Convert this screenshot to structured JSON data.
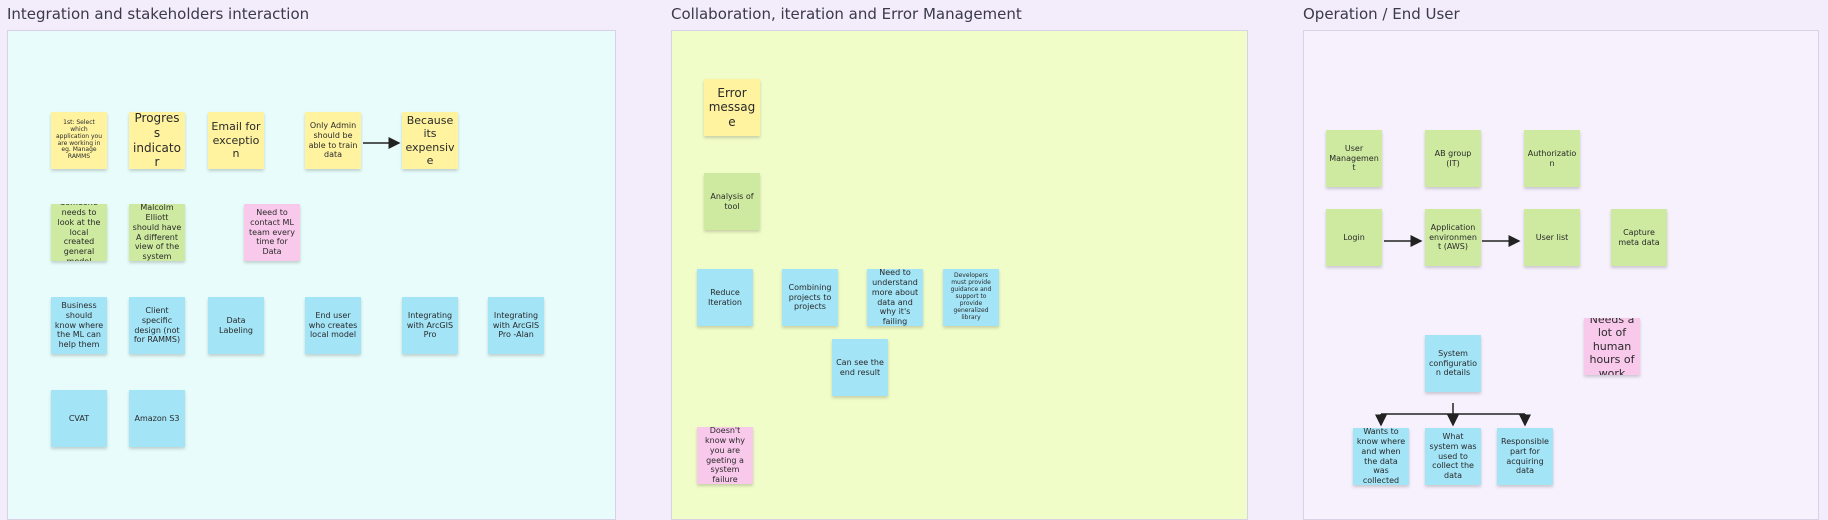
{
  "frames": [
    {
      "title": "Integration and stakeholders interaction",
      "color": "#e8fdfb"
    },
    {
      "title": "Collaboration, iteration and Error Management",
      "color": "#f1fdc9"
    },
    {
      "title": "Operation / End User",
      "color": "#f6f1fd"
    }
  ],
  "notes": {
    "f1_r1_c1": "1st: Select which application you are working in eg. Manage RAMMS",
    "f1_r1_c2": "Progress indicator",
    "f1_r1_c3": "Email for exception",
    "f1_r1_c4": "Only Admin should be able to train data",
    "f1_r1_c5": "Because its expensive",
    "f1_r2_c1": "Someone needs to look at the local created general model",
    "f1_r2_c2": "Malcolm Elliott should have A different view of the system",
    "f1_r2_c3": "Need to contact ML team every time for Data",
    "f1_r3_c1": "Business should know where the ML can help them",
    "f1_r3_c2": "Client specific design (not for RAMMS)",
    "f1_r3_c3": "Data Labeling",
    "f1_r3_c4": "End user who creates local model",
    "f1_r3_c5": "Integrating with ArcGIS Pro",
    "f1_r3_c6": "Integrating with ArcGIS Pro -Alan",
    "f1_r4_c1": "CVAT",
    "f1_r4_c2": "Amazon S3",
    "f2_error": "Error message",
    "f2_analysis": "Analysis of tool",
    "f2_reduce": "Reduce Iteration",
    "f2_combining": "Combining projects to projects",
    "f2_understand": "Need to understand more about data and why it's failing",
    "f2_developers": "Developers must provide guidance and support to provide generalized library",
    "f2_endresult": "Can see the end result",
    "f2_failure": "Doesn't know why you are geeting a system failure",
    "f3_usermgmt": "User Management",
    "f3_abgroup": "AB group (IT)",
    "f3_authz": "Authorization",
    "f3_login": "Login",
    "f3_appenv": "Application environment (AWS)",
    "f3_userlist": "User list",
    "f3_meta": "Capture meta data",
    "f3_humanhours": "Needs a lot of human hours of work",
    "f3_sysconfig": "System configuration details",
    "f3_wants": "Wants to know where and when the data was collected",
    "f3_whatsys": "What system was used to collect the data",
    "f3_responsible": "Responsible part for acquiring data"
  }
}
